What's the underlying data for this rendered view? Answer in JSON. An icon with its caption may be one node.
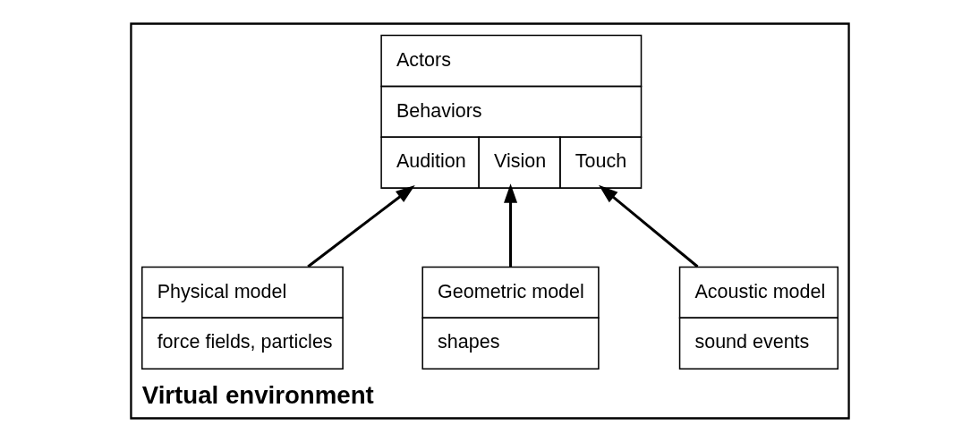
{
  "diagram": {
    "nodes": [
      {
        "text": [
          "Virtual environment"
        ]
      },
      {
        "text": [
          "Actors",
          "Behaviors",
          "Audition",
          "Vision",
          "Touch"
        ],
        "in": 0
      },
      {
        "text": [
          "Acoustic model",
          "sound events"
        ],
        "in": 0
      },
      {
        "text": [
          "Geometric model",
          "shapes"
        ],
        "in": 0
      },
      {
        "text": [
          "Physical model",
          "force fields, particles"
        ],
        "in": 0
      }
    ],
    "edges": [
      {
        "from": 2,
        "to": 1,
        "arrow": "to"
      },
      {
        "from": 3,
        "to": 1,
        "arrow": "to"
      },
      {
        "from": 4,
        "to": 1,
        "arrow": "to"
      }
    ]
  }
}
